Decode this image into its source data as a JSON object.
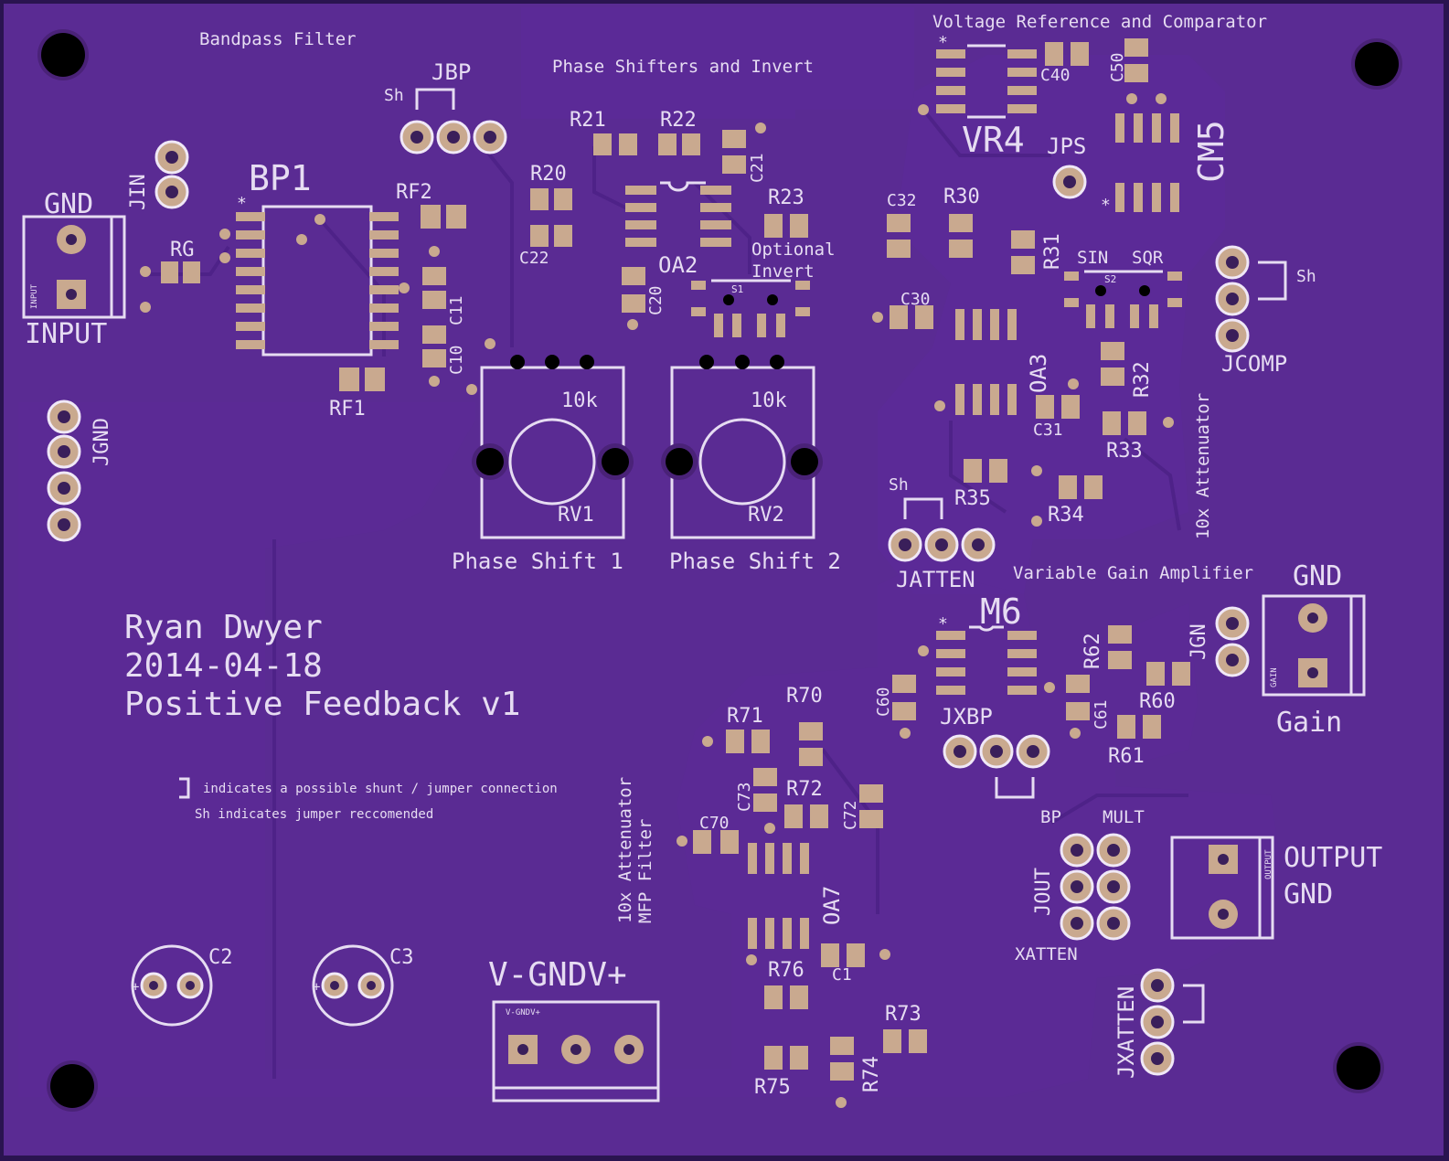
{
  "board": {
    "colors": {
      "board": "#5a2b93",
      "copper_pad": "#c9a98f",
      "silkscreen": "#e6dcf2",
      "mount_hole": "#000000"
    }
  },
  "sections": {
    "bandpass": "Bandpass Filter",
    "phase": "Phase Shifters and Invert",
    "vref": "Voltage Reference and Comparator",
    "vga": "Variable Gain Amplifier",
    "atten_right": "10x Attenuator",
    "atten_mfp_1": "10x Attenuator",
    "atten_mfp_2": "MFP Filter",
    "optional_1": "Optional",
    "optional_2": "Invert"
  },
  "credits": {
    "author": "Ryan Dwyer",
    "date": "2014-04-18",
    "project": "Positive Feedback v1"
  },
  "notes": {
    "shunt": "indicates a possible shunt / jumper connection",
    "jumper": "Sh indicates jumper reccomended"
  },
  "pots": [
    {
      "ref": "RV1",
      "value": "10k",
      "label": "Phase Shift 1"
    },
    {
      "ref": "RV2",
      "value": "10k",
      "label": "Phase Shift 2"
    }
  ],
  "terminals": {
    "input_top": "GND",
    "input_bottom": "INPUT",
    "input_small": "INPUT",
    "gain_top": "GND",
    "gain_bottom": "Gain",
    "gain_small": "GAIN",
    "output_1": "OUTPUT",
    "output_2": "GND",
    "output_small": "OUTPUT",
    "power": "V-GNDV+",
    "power_small": "V-GNDV+"
  },
  "ics": {
    "bp1": "BP1",
    "oa2": "OA2",
    "vr4": "VR4",
    "cm5": "CM5",
    "oa3": "OA3",
    "m6": "M6",
    "oa7": "OA7"
  },
  "switches": {
    "s1": "S1",
    "s2": "S2",
    "sin": "SIN",
    "sqr": "SQR"
  },
  "headers": {
    "jbp": "JBP",
    "jin": "JIN",
    "jgnd": "JGND",
    "jps": "JPS",
    "jcomp": "JCOMP",
    "jatten": "JATTEN",
    "jgn": "JGN",
    "jxbp": "JXBP",
    "jout": "JOUT",
    "jxatten": "JXATTEN",
    "bp": "BP",
    "mult": "MULT",
    "xatten": "XATTEN",
    "sh": "Sh"
  },
  "parts": {
    "rg": "RG",
    "rf1": "RF1",
    "rf2": "RF2",
    "c10": "C10",
    "c11": "C11",
    "r20": "R20",
    "r21": "R21",
    "r22": "R22",
    "r23": "R23",
    "c20": "C20",
    "c21": "C21",
    "c22": "C22",
    "c30": "C30",
    "c31": "C31",
    "c32": "C32",
    "r30": "R30",
    "r31": "R31",
    "r32": "R32",
    "r33": "R33",
    "r34": "R34",
    "r35": "R35",
    "c40": "C40",
    "c50": "C50",
    "c60": "C60",
    "c61": "C61",
    "r60": "R60",
    "r61": "R61",
    "r62": "R62",
    "r70": "R70",
    "r71": "R71",
    "r72": "R72",
    "r73": "R73",
    "r74": "R74",
    "r75": "R75",
    "r76": "R76",
    "c70": "C70",
    "c72": "C72",
    "c73": "C73",
    "c1": "C1",
    "c2": "C2",
    "c3": "C3"
  }
}
